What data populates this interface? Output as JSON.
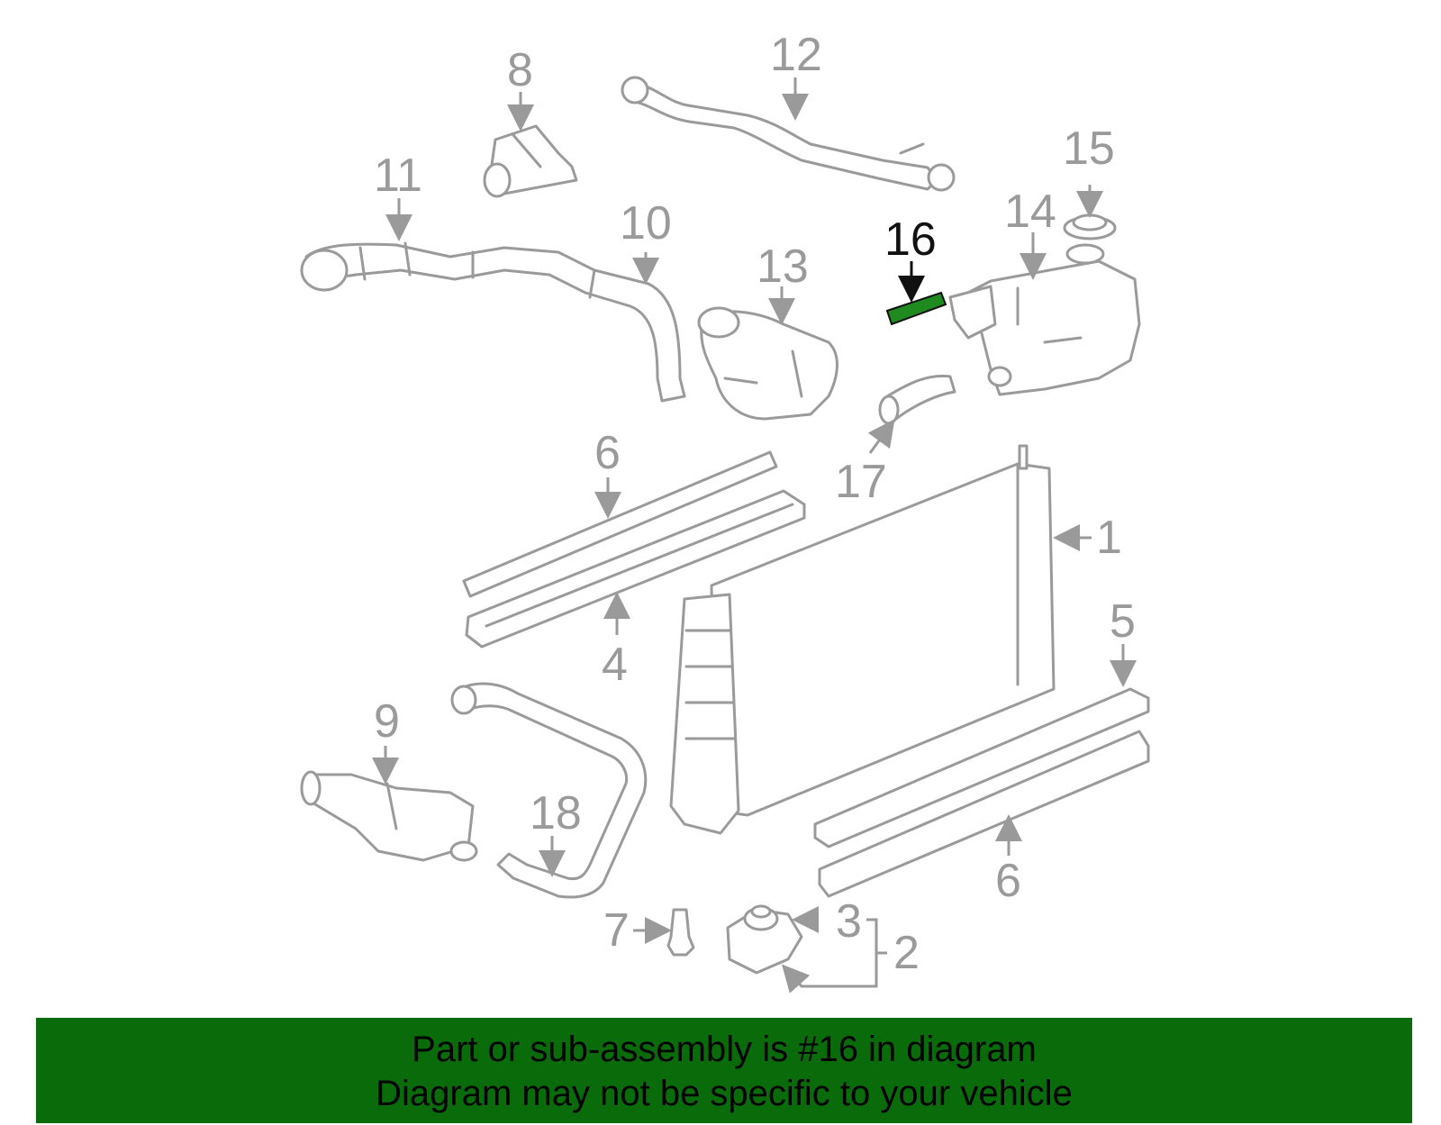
{
  "colors": {
    "line": "#9a9a9a",
    "highlight": "#1f8a1f",
    "highlight_text": "#111111",
    "banner_bg": "#0a6b0a"
  },
  "callouts": {
    "c1": "1",
    "c2": "2",
    "c3": "3",
    "c4": "4",
    "c5": "5",
    "c6a": "6",
    "c6b": "6",
    "c7": "7",
    "c8": "8",
    "c9": "9",
    "c10": "10",
    "c11": "11",
    "c12": "12",
    "c13": "13",
    "c14": "14",
    "c15": "15",
    "c16": "16",
    "c17": "17",
    "c18": "18"
  },
  "highlighted_part": "16",
  "banner": {
    "line1": "Part or sub-assembly is #16 in diagram",
    "line2": "Diagram may not be specific to your vehicle"
  }
}
